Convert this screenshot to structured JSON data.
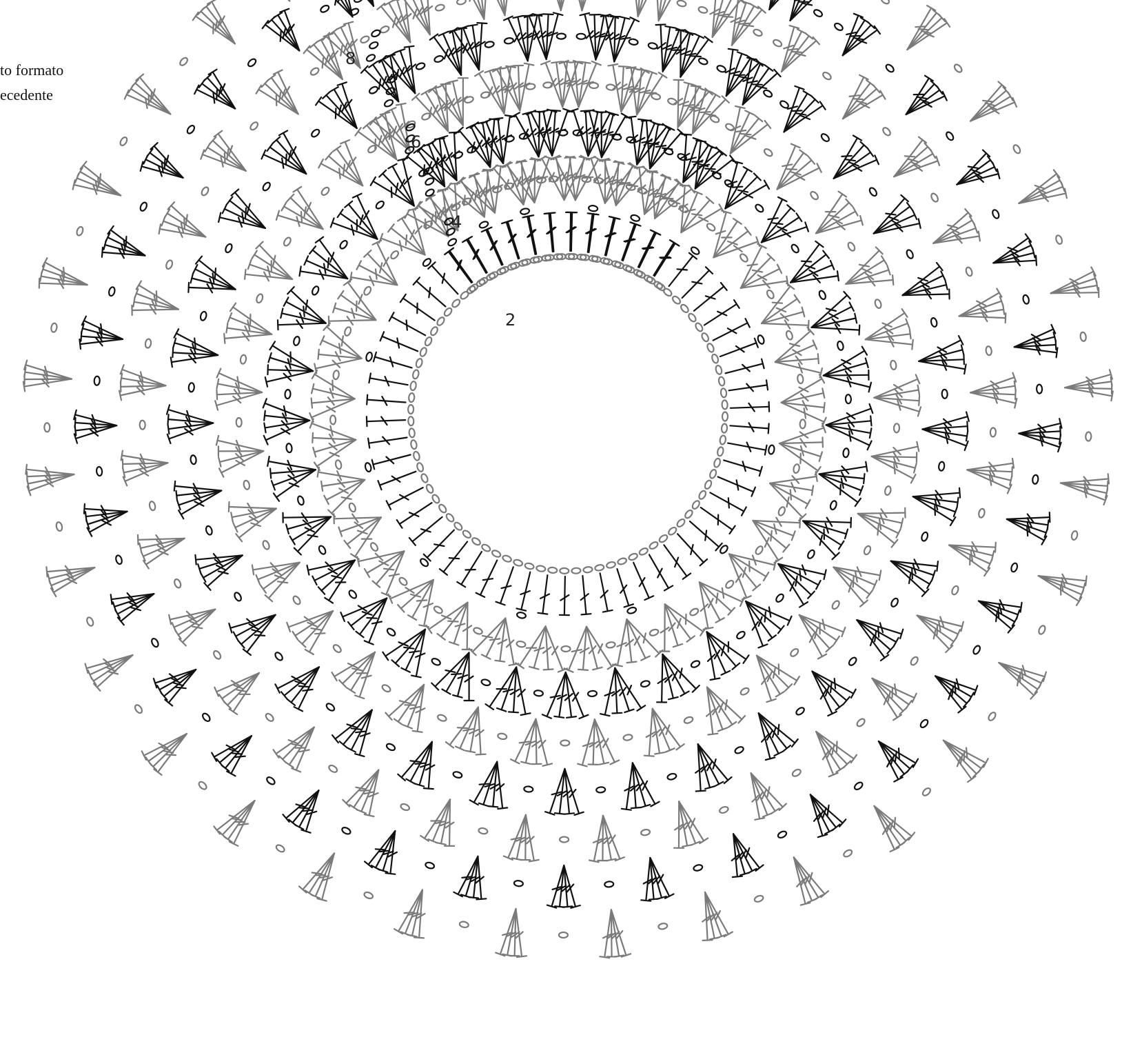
{
  "caption": {
    "line1": "to formato",
    "line2": "ecedente"
  },
  "round_labels": [
    "2",
    "4",
    "6",
    "8"
  ],
  "colors": {
    "dark": "#111111",
    "light": "#7a7a7a",
    "background": "#ffffff"
  },
  "symbols": {
    "stitch": "double-crochet-icon",
    "chain": "chain-icon"
  }
}
